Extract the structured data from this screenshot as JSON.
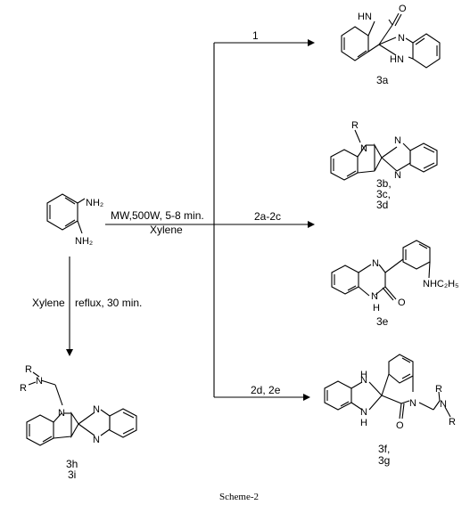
{
  "reactant": {
    "nh2_top": "NH₂",
    "nh2_bottom": "NH₂"
  },
  "conditions": {
    "mw": "MW,500W, 5-8 min.",
    "solvent": "Xylene",
    "down_solvent": "Xylene",
    "down_reflux": "reflux, 30 min."
  },
  "reagents": {
    "r1": "1",
    "r2": "2a-2c",
    "r3": "2d, 2e"
  },
  "compounds": {
    "c3a": "3a",
    "c3bcd": [
      "3b,",
      "3c,",
      "3d"
    ],
    "c3e": "3e",
    "c3fg": [
      "3f,",
      "3g"
    ],
    "c3hi": [
      "3h",
      "3i"
    ]
  },
  "atoms": {
    "hn": "HN",
    "o": "O",
    "hn2": "HN",
    "n": "N",
    "h": "H",
    "r": "R",
    "nhc2h5": "NHC₂H₅"
  },
  "caption": "Scheme-2"
}
